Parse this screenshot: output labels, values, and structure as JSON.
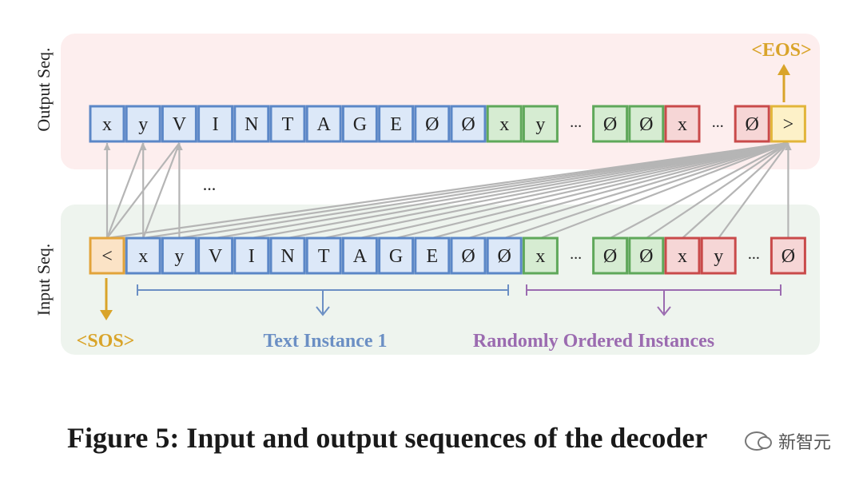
{
  "diagram": {
    "output_label": "Output Seq.",
    "input_label": "Input Seq.",
    "eos": "<EOS>",
    "sos": "<SOS>",
    "ellipsis": "...",
    "text_instance_label": "Text Instance 1",
    "random_label": "Randomly Ordered Instances",
    "output_tokens": [
      {
        "t": "x",
        "c": "blue"
      },
      {
        "t": "y",
        "c": "blue"
      },
      {
        "t": "V",
        "c": "blue"
      },
      {
        "t": "I",
        "c": "blue"
      },
      {
        "t": "N",
        "c": "blue"
      },
      {
        "t": "T",
        "c": "blue"
      },
      {
        "t": "A",
        "c": "blue"
      },
      {
        "t": "G",
        "c": "blue"
      },
      {
        "t": "E",
        "c": "blue"
      },
      {
        "t": "Ø",
        "c": "blue"
      },
      {
        "t": "Ø",
        "c": "blue"
      },
      {
        "t": "x",
        "c": "green"
      },
      {
        "t": "y",
        "c": "green"
      },
      {
        "t": "...",
        "c": "gap"
      },
      {
        "t": "Ø",
        "c": "green"
      },
      {
        "t": "Ø",
        "c": "green"
      },
      {
        "t": "x",
        "c": "red"
      },
      {
        "t": "...",
        "c": "gap"
      },
      {
        "t": "Ø",
        "c": "red"
      },
      {
        "t": ">",
        "c": "yellow"
      }
    ],
    "input_tokens": [
      {
        "t": "<",
        "c": "orange"
      },
      {
        "t": "x",
        "c": "blue"
      },
      {
        "t": "y",
        "c": "blue"
      },
      {
        "t": "V",
        "c": "blue"
      },
      {
        "t": "I",
        "c": "blue"
      },
      {
        "t": "N",
        "c": "blue"
      },
      {
        "t": "T",
        "c": "blue"
      },
      {
        "t": "A",
        "c": "blue"
      },
      {
        "t": "G",
        "c": "blue"
      },
      {
        "t": "E",
        "c": "blue"
      },
      {
        "t": "Ø",
        "c": "blue"
      },
      {
        "t": "Ø",
        "c": "blue"
      },
      {
        "t": "x",
        "c": "green"
      },
      {
        "t": "...",
        "c": "gap"
      },
      {
        "t": "Ø",
        "c": "green"
      },
      {
        "t": "Ø",
        "c": "green"
      },
      {
        "t": "x",
        "c": "red"
      },
      {
        "t": "y",
        "c": "red"
      },
      {
        "t": "...",
        "c": "gap"
      },
      {
        "t": "Ø",
        "c": "red"
      }
    ],
    "colors": {
      "output_bg": "#fdeeee",
      "input_bg": "#eef4ee",
      "blue_fill": "#dce8f8",
      "blue_stroke": "#5b87c7",
      "green_fill": "#d6ecd2",
      "green_stroke": "#5fa85a",
      "red_fill": "#f6d6d6",
      "red_stroke": "#c94a4a",
      "yellow_fill": "#fdf1c8",
      "yellow_stroke": "#e2b53a",
      "orange_fill": "#fbe3c6",
      "orange_stroke": "#e2a33a",
      "arrow_gray": "#b5b5b5",
      "sos_eos": "#d9a42a",
      "text_instance": "#6b8fc4",
      "random": "#9b6bb0"
    }
  },
  "caption": "Figure 5: Input and output sequences of the decoder",
  "watermark": "新智元"
}
